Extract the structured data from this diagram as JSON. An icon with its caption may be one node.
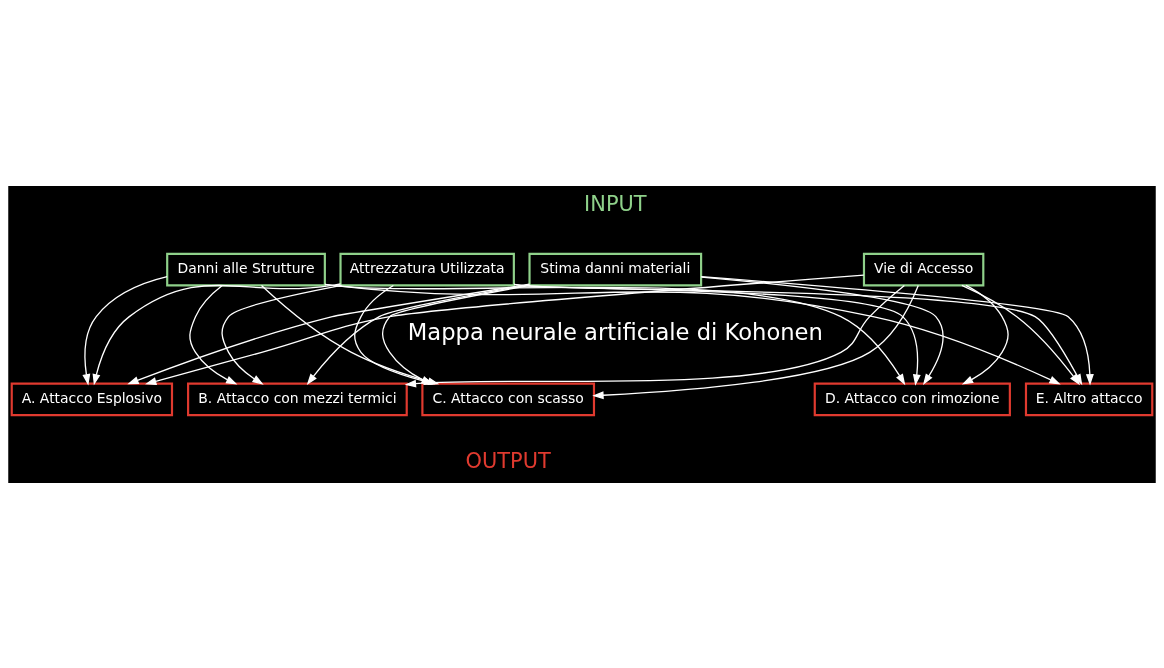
{
  "diagram": {
    "nodes": [
      {
        "text": [
          "Danni alle Strutture"
        ]
      },
      {
        "text": [
          "Attrezzatura Utilizzata"
        ]
      },
      {
        "text": [
          "Stima danni materiali"
        ]
      },
      {
        "text": [
          "Vie di Accesso"
        ]
      },
      {
        "text": [
          "A. Attacco Esplosivo"
        ]
      },
      {
        "text": [
          "B. Attacco con mezzi termici"
        ]
      },
      {
        "text": [
          "C. Attacco con scasso"
        ]
      },
      {
        "text": [
          "D. Attacco con rimozione"
        ]
      },
      {
        "text": [
          "E. Altro attacco"
        ]
      }
    ],
    "edges": [
      {
        "from": 0,
        "to": 4,
        "arrow": "to"
      },
      {
        "from": 0,
        "to": 5,
        "arrow": "to"
      },
      {
        "from": 0,
        "to": 6,
        "arrow": "to"
      },
      {
        "from": 0,
        "to": 7,
        "arrow": "to"
      },
      {
        "from": 0,
        "to": 8,
        "arrow": "to"
      },
      {
        "from": 1,
        "to": 4,
        "arrow": "to"
      },
      {
        "from": 1,
        "to": 5,
        "arrow": "to"
      },
      {
        "from": 1,
        "to": 6,
        "arrow": "to"
      },
      {
        "from": 1,
        "to": 7,
        "arrow": "to"
      },
      {
        "from": 1,
        "to": 8,
        "arrow": "to"
      },
      {
        "from": 2,
        "to": 4,
        "arrow": "to"
      },
      {
        "from": 2,
        "to": 5,
        "arrow": "to"
      },
      {
        "from": 2,
        "to": 6,
        "arrow": "to"
      },
      {
        "from": 2,
        "to": 7,
        "arrow": "to"
      },
      {
        "from": 2,
        "to": 8,
        "arrow": "to"
      },
      {
        "from": 3,
        "to": 4,
        "arrow": "to"
      },
      {
        "from": 3,
        "to": 5,
        "arrow": "to"
      },
      {
        "from": 3,
        "to": 6,
        "arrow": "to"
      },
      {
        "from": 3,
        "to": 7,
        "arrow": "to"
      },
      {
        "from": 3,
        "to": 8,
        "arrow": "to"
      }
    ],
    "labels": [
      "INPUT",
      "Mappa neurale artificiale di Kohonen",
      "OUTPUT"
    ]
  }
}
